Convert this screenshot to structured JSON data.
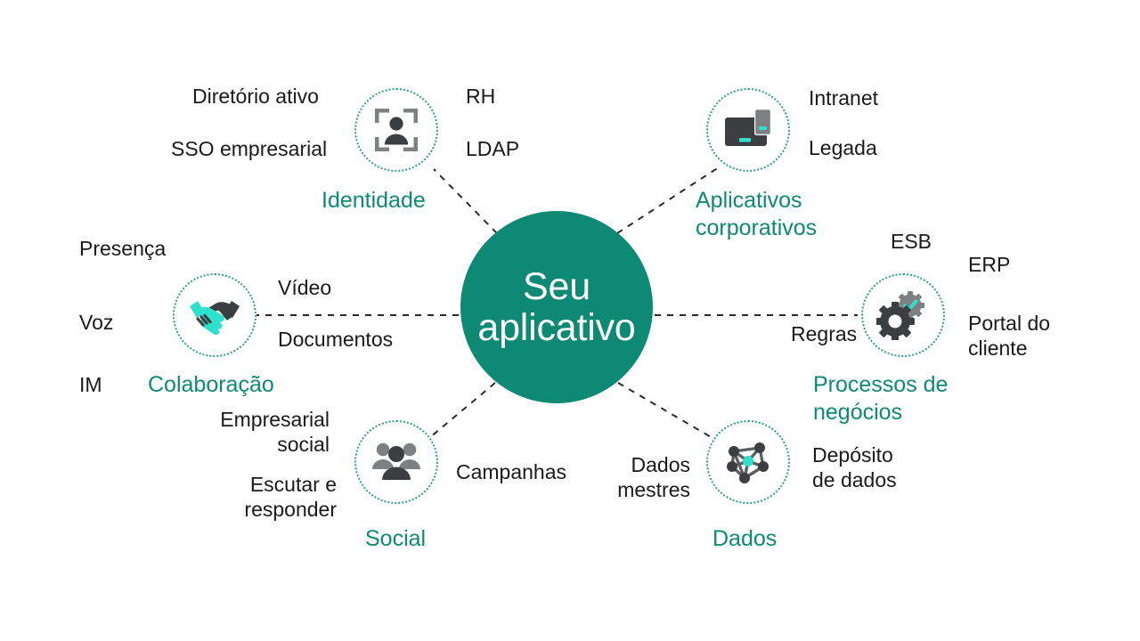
{
  "diagram": {
    "hub": {
      "label": "Seu\naplicativo",
      "color": "#0e8a74"
    },
    "accent_colors": {
      "teal_dark": "#0e8a74",
      "teal_dotted": "#2e9e8c",
      "teal_bright": "#2fe0cd",
      "icon_dark": "#3b3f42",
      "icon_gray": "#7e8183",
      "text_dark": "#1a1a1a"
    },
    "nodes": [
      {
        "id": "identidade",
        "icon": "person-frame-icon",
        "label": "Identidade",
        "satellites": [
          {
            "text": "Diretório ativo"
          },
          {
            "text": "SSO empresarial"
          },
          {
            "text": "RH"
          },
          {
            "text": "LDAP"
          }
        ]
      },
      {
        "id": "aplicativos-corporativos",
        "icon": "devices-icon",
        "label": "Aplicativos\ncorporativos",
        "satellites": [
          {
            "text": "Intranet"
          },
          {
            "text": "Legada"
          }
        ]
      },
      {
        "id": "processos-de-negocios",
        "icon": "gears-check-icon",
        "label": "Processos de\nnegócios",
        "satellites": [
          {
            "text": "ESB"
          },
          {
            "text": "ERP"
          },
          {
            "text": "Portal do\ncliente"
          },
          {
            "text": "Regras"
          }
        ]
      },
      {
        "id": "dados",
        "icon": "network-graph-icon",
        "label": "Dados",
        "satellites": [
          {
            "text": "Dados\nmestres"
          },
          {
            "text": "Depósito\nde dados"
          }
        ]
      },
      {
        "id": "social",
        "icon": "people-group-icon",
        "label": "Social",
        "satellites": [
          {
            "text": "Empresarial\nsocial"
          },
          {
            "text": "Escutar e\nresponder"
          },
          {
            "text": "Campanhas"
          }
        ]
      },
      {
        "id": "colaboracao",
        "icon": "handshake-icon",
        "label": "Colaboração",
        "satellites": [
          {
            "text": "Presença"
          },
          {
            "text": "Voz"
          },
          {
            "text": "IM"
          },
          {
            "text": "Vídeo"
          },
          {
            "text": "Documentos"
          }
        ]
      }
    ]
  }
}
